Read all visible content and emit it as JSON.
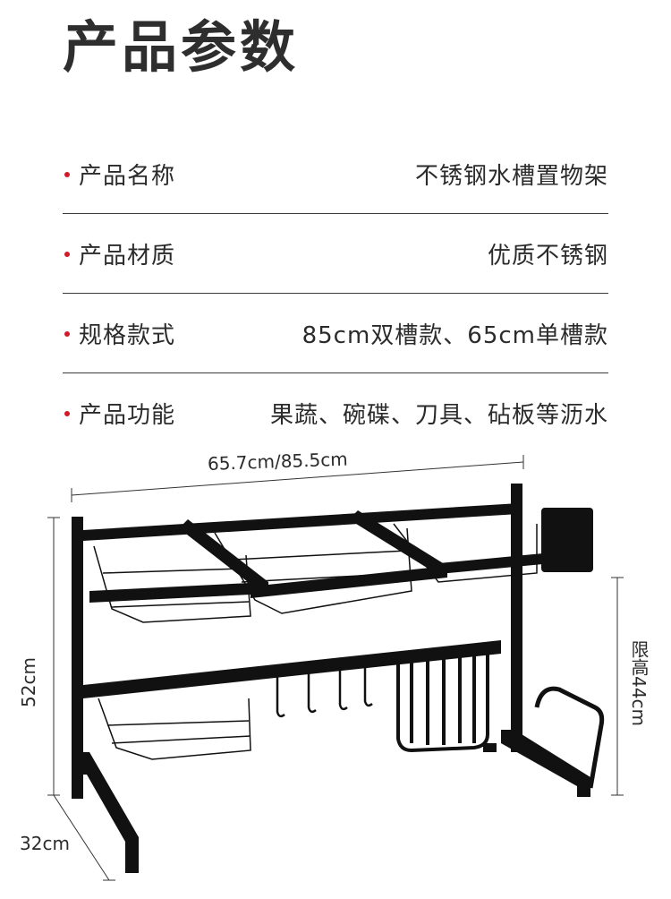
{
  "header": {
    "title": "产品参数"
  },
  "specs": [
    {
      "label": "产品名称",
      "value": "不锈钢水槽置物架"
    },
    {
      "label": "产品材质",
      "value": "优质不锈钢"
    },
    {
      "label": "规格款式",
      "value": "85cm双槽款、65cm单槽款"
    },
    {
      "label": "产品功能",
      "value": "果蔬、碗碟、刀具、砧板等沥水"
    }
  ],
  "colors": {
    "bullet": "#d11a2a",
    "text": "#2b2b2b",
    "divider": "#3a3a3a",
    "product": "#111111"
  },
  "figure": {
    "description": "black over-sink dish drying rack",
    "dimensions": {
      "width": "65.7cm/85.5cm",
      "height": "52cm",
      "clearance": "限高44cm",
      "depth": "32cm"
    }
  }
}
